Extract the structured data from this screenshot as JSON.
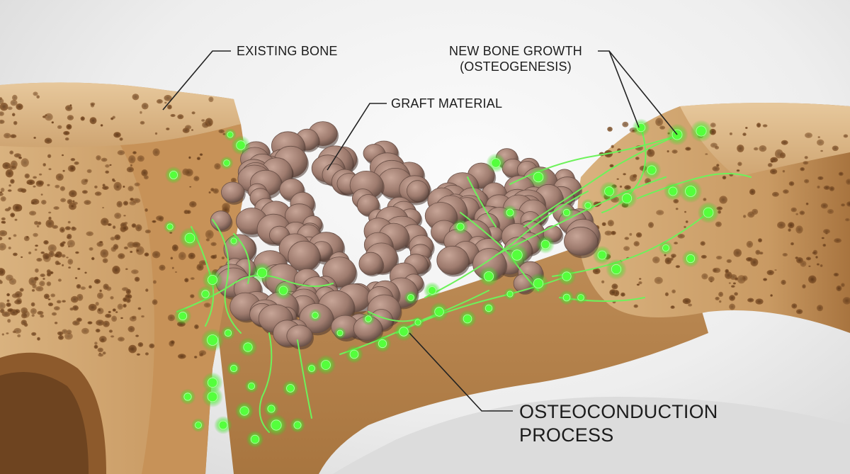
{
  "labels": {
    "existing_bone": "EXISTING BONE",
    "graft_material": "GRAFT MATERIAL",
    "new_bone_growth": {
      "line1": "NEW BONE GROWTH",
      "line2": "(OSTEOGENESIS)"
    },
    "osteoconduction": {
      "line1": "OSTEOCONDUCTION",
      "line2": "PROCESS"
    }
  },
  "colors": {
    "bone_light": "#dcb98d",
    "bone_mid": "#c99a63",
    "bone_dark": "#8a5a2e",
    "graft_granule": "#a9877a",
    "graft_shadow": "#5e4840",
    "cell_green": "#4cff3a",
    "leader_line": "#222222",
    "background": "#eeeeee"
  }
}
